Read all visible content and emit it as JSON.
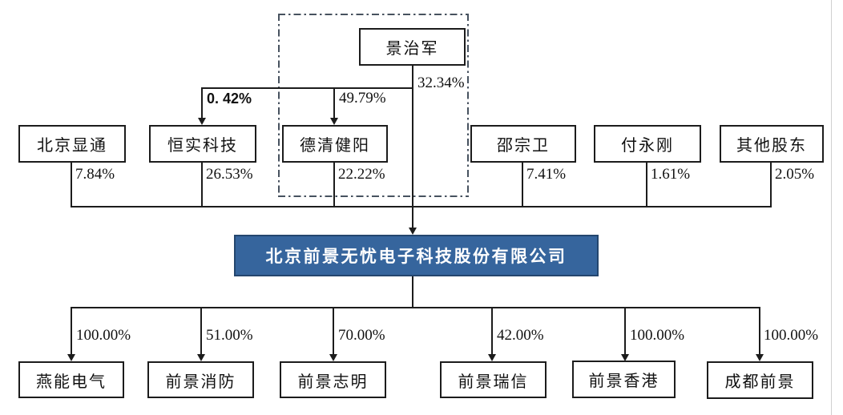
{
  "company": {
    "name": "北京前景无忧电子科技股份有限公司"
  },
  "controller": {
    "name": "景治军",
    "direct_pct": "32.34%"
  },
  "controller_holdings": [
    {
      "target": "恒实科技",
      "pct": "0. 42%"
    },
    {
      "target": "德清健阳",
      "pct": "49.79%"
    }
  ],
  "shareholders": [
    {
      "name": "北京显通",
      "pct": "7.84%"
    },
    {
      "name": "恒实科技",
      "pct": "26.53%"
    },
    {
      "name": "德清健阳",
      "pct": "22.22%"
    },
    {
      "name": "邵宗卫",
      "pct": "7.41%"
    },
    {
      "name": "付永刚",
      "pct": "1.61%"
    },
    {
      "name": "其他股东",
      "pct": "2.05%"
    }
  ],
  "subsidiaries": [
    {
      "name": "燕能电气",
      "pct": "100.00%"
    },
    {
      "name": "前景消防",
      "pct": "51.00%"
    },
    {
      "name": "前景志明",
      "pct": "70.00%"
    },
    {
      "name": "前景瑞信",
      "pct": "42.00%"
    },
    {
      "name": "前景香港",
      "pct": "100.00%"
    },
    {
      "name": "成都前景",
      "pct": "100.00%"
    }
  ],
  "colors": {
    "company_fill": "#36659d",
    "company_border": "#24466e",
    "line": "#1c1c1c",
    "dash_border": "#47525f",
    "page_edge": "#cfcfcf"
  }
}
